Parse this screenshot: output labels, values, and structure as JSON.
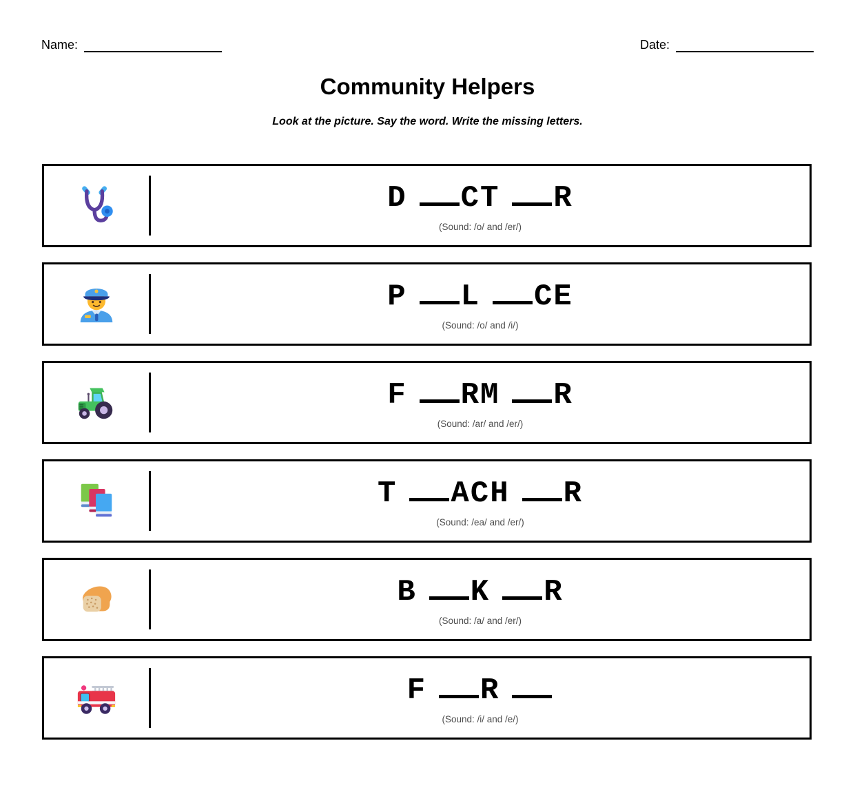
{
  "header": {
    "name_label": "Name:",
    "date_label": "Date:"
  },
  "title": "Community Helpers",
  "subtitle": "Look at the picture. Say the word. Write the missing letters.",
  "colors": {
    "box_border": "#000000",
    "blank_line": "#000000",
    "word_text": "#000000",
    "sound_text": "#4d4d4d"
  },
  "rows": [
    {
      "icon": "stethoscope-icon",
      "pattern": "D_CT_R",
      "sound": "(Sound: /o/ and /er/)"
    },
    {
      "icon": "police-officer-icon",
      "pattern": "P_L_CE",
      "sound": "(Sound: /o/ and /i/)"
    },
    {
      "icon": "tractor-icon",
      "pattern": "F_RM_R",
      "sound": "(Sound: /ar/ and /er/)"
    },
    {
      "icon": "books-icon",
      "pattern": "T_ACH_R",
      "sound": "(Sound: /ea/ and /er/)"
    },
    {
      "icon": "bread-icon",
      "pattern": "B_K_R",
      "sound": "(Sound: /a/ and /er/)"
    },
    {
      "icon": "fire-engine-icon",
      "pattern": "F_R_",
      "sound": "(Sound: /i/ and /e/)"
    }
  ]
}
